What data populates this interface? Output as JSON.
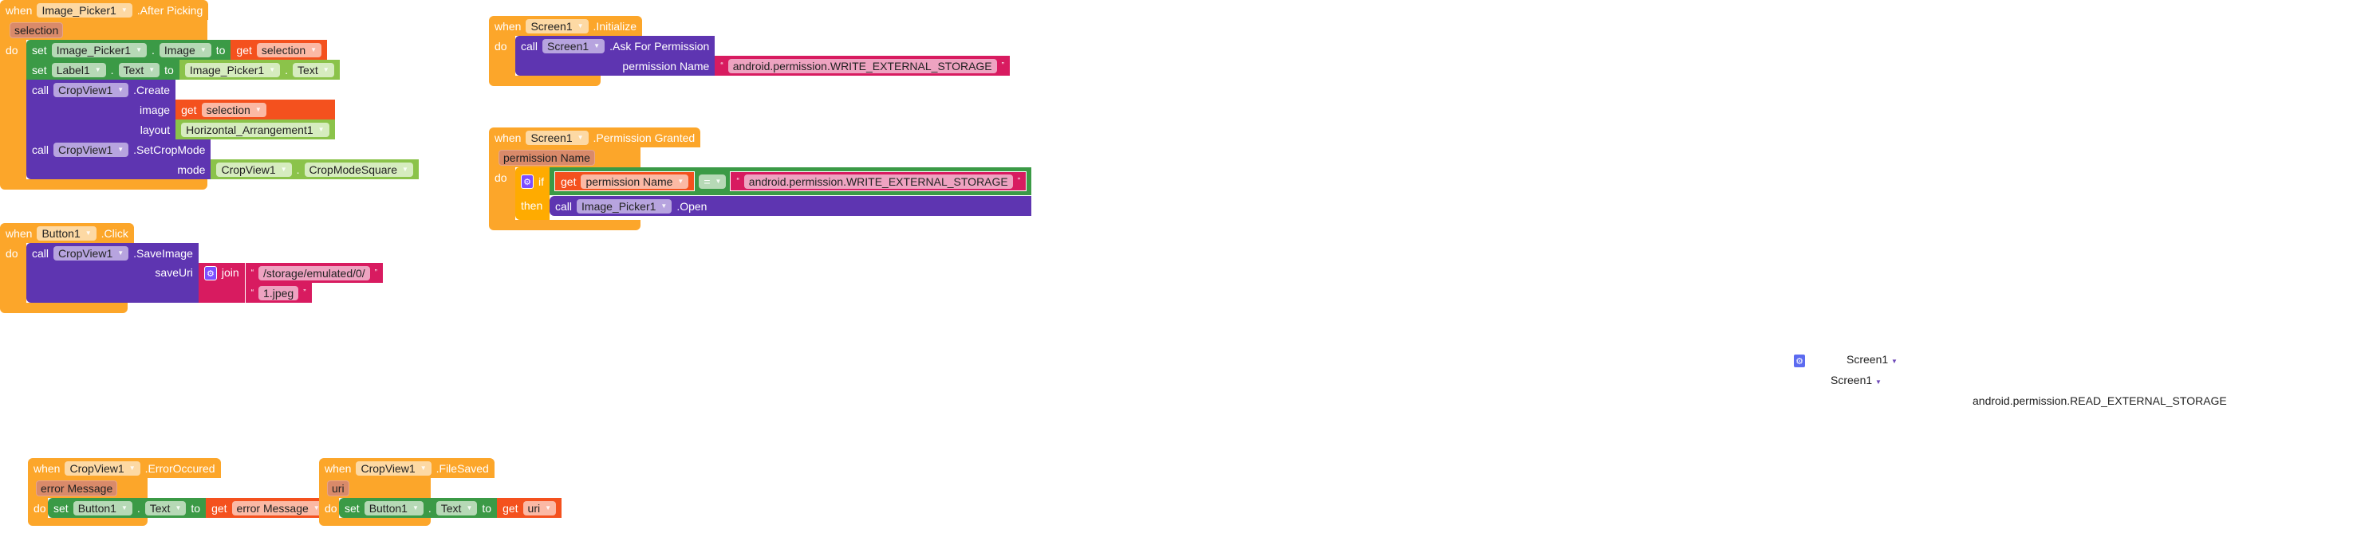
{
  "kw": {
    "when": "when",
    "do": "do",
    "set": "set",
    "to": "to",
    "get": "get",
    "call": "call",
    "dot": ".",
    "if": "if",
    "then": "then",
    "join": "join",
    "open_q": "“",
    "close_q": "”",
    "eq": "="
  },
  "b1": {
    "component": "Image_Picker1",
    "event": ".After Picking",
    "param": "selection",
    "s1": {
      "comp": "Image_Picker1",
      "prop": "Image",
      "get": "selection"
    },
    "s2": {
      "comp": "Label1",
      "prop": "Text",
      "vcomp": "Image_Picker1",
      "vprop": "Text"
    },
    "c1": {
      "comp": "CropView1",
      "method": ".Create",
      "arg1": "image",
      "arg1_get": "selection",
      "arg2": "layout",
      "arg2_val": "Horizontal_Arrangement1"
    },
    "c2": {
      "comp": "CropView1",
      "method": ".SetCropMode",
      "arg": "mode",
      "vcomp": "CropView1",
      "vprop": "CropModeSquare"
    }
  },
  "b2": {
    "component": "Button1",
    "event": ".Click",
    "call_comp": "CropView1",
    "method": ".SaveImage",
    "arg": "saveUri",
    "str1": "/storage/emulated/0/",
    "str2": "1.jpeg"
  },
  "b3": {
    "component": "Screen1",
    "event": ".Initialize",
    "call_comp": "Screen1",
    "method": ".Ask For Permission",
    "arg": "permission Name",
    "str": "android.permission.WRITE_EXTERNAL_STORAGE"
  },
  "b4": {
    "component": "Screen1",
    "event": ".Permission Granted",
    "param": "permission Name",
    "get": "permission Name",
    "str": "android.permission.WRITE_EXTERNAL_STORAGE",
    "call_comp": "Image_Picker1",
    "method": ".Open"
  },
  "b5": {
    "component": "CropView1",
    "event": ".ErrorOccured",
    "param": "error Message",
    "comp": "Button1",
    "prop": "Text",
    "get": "error Message"
  },
  "b6": {
    "component": "CropView1",
    "event": ".FileSaved",
    "param": "uri",
    "comp": "Button1",
    "prop": "Text",
    "get": "uri"
  },
  "orphan": {
    "screen_a": "Screen1",
    "screen_b": "Screen1",
    "perm": "android.permission.READ_EXTERNAL_STORAGE"
  }
}
